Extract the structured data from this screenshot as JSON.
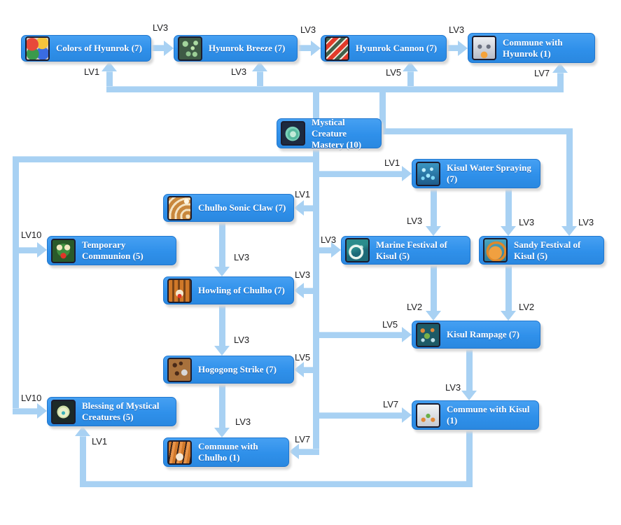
{
  "diagram": {
    "type": "skill-tree",
    "colors": {
      "node_fill": "#3194ee",
      "node_border": "#2176cd",
      "connector": "#a8d1f3",
      "node_text": "#ffffff",
      "level_text": "#1d1d1f",
      "background": "#ffffff"
    },
    "nodes": [
      {
        "id": "colors-of-hyunrok",
        "label": "Colors of Hyunrok (7)",
        "icon": "colors-of-hyunrok-icon"
      },
      {
        "id": "hyunrok-breeze",
        "label": "Hyunrok Breeze (7)",
        "icon": "hyunrok-breeze-icon"
      },
      {
        "id": "hyunrok-cannon",
        "label": "Hyunrok Cannon (7)",
        "icon": "hyunrok-cannon-icon"
      },
      {
        "id": "commune-with-hyunrok",
        "label": "Commune with Hyunrok (1)",
        "icon": "commune-with-hyunrok-icon"
      },
      {
        "id": "mystical-creature-mastery",
        "label": "Mystical Creature Mastery (10)",
        "icon": "mystical-creature-mastery-icon"
      },
      {
        "id": "kisul-water-spraying",
        "label": "Kisul Water Spraying (7)",
        "icon": "kisul-water-spraying-icon"
      },
      {
        "id": "chulho-sonic-claw",
        "label": "Chulho Sonic Claw (7)",
        "icon": "chulho-sonic-claw-icon"
      },
      {
        "id": "temporary-communion",
        "label": "Temporary Communion (5)",
        "icon": "temporary-communion-icon"
      },
      {
        "id": "marine-festival-of-kisul",
        "label": "Marine Festival of Kisul (5)",
        "icon": "marine-festival-of-kisul-icon"
      },
      {
        "id": "sandy-festival-of-kisul",
        "label": "Sandy Festival of Kisul (5)",
        "icon": "sandy-festival-of-kisul-icon"
      },
      {
        "id": "howling-of-chulho",
        "label": "Howling of Chulho (7)",
        "icon": "howling-of-chulho-icon"
      },
      {
        "id": "kisul-rampage",
        "label": "Kisul Rampage (7)",
        "icon": "kisul-rampage-icon"
      },
      {
        "id": "hogogong-strike",
        "label": "Hogogong Strike (7)",
        "icon": "hogogong-strike-icon"
      },
      {
        "id": "blessing-of-mystical-creatures",
        "label": "Blessing of Mystical Creatures (5)",
        "icon": "blessing-of-mystical-creatures-icon"
      },
      {
        "id": "commune-with-chulho",
        "label": "Commune with Chulho (1)",
        "icon": "commune-with-chulho-icon"
      },
      {
        "id": "commune-with-kisul",
        "label": "Commune with Kisul (1)",
        "icon": "commune-with-kisul-icon"
      }
    ],
    "edges": [
      {
        "from": "colors-of-hyunrok",
        "to": "hyunrok-breeze",
        "level": "LV3"
      },
      {
        "from": "hyunrok-breeze",
        "to": "hyunrok-cannon",
        "level": "LV3"
      },
      {
        "from": "hyunrok-cannon",
        "to": "commune-with-hyunrok",
        "level": "LV3"
      },
      {
        "from": "mystical-creature-mastery",
        "to": "colors-of-hyunrok",
        "level": "LV1"
      },
      {
        "from": "mystical-creature-mastery",
        "to": "hyunrok-breeze",
        "level": "LV3"
      },
      {
        "from": "mystical-creature-mastery",
        "to": "hyunrok-cannon",
        "level": "LV5"
      },
      {
        "from": "mystical-creature-mastery",
        "to": "commune-with-hyunrok",
        "level": "LV7"
      },
      {
        "from": "mystical-creature-mastery",
        "to": "kisul-water-spraying",
        "level": "LV1"
      },
      {
        "from": "mystical-creature-mastery",
        "to": "chulho-sonic-claw",
        "level": "LV1"
      },
      {
        "from": "kisul-water-spraying",
        "to": "marine-festival-of-kisul",
        "level": "LV3"
      },
      {
        "from": "kisul-water-spraying",
        "to": "sandy-festival-of-kisul",
        "level": "LV3"
      },
      {
        "from": "mystical-creature-mastery",
        "to": "sandy-festival-of-kisul",
        "level": "LV3"
      },
      {
        "from": "mystical-creature-mastery",
        "to": "marine-festival-of-kisul",
        "level": "LV3"
      },
      {
        "from": "mystical-creature-mastery",
        "to": "temporary-communion",
        "level": "LV10"
      },
      {
        "from": "chulho-sonic-claw",
        "to": "howling-of-chulho",
        "level": "LV3"
      },
      {
        "from": "mystical-creature-mastery",
        "to": "howling-of-chulho",
        "level": "LV3"
      },
      {
        "from": "marine-festival-of-kisul",
        "to": "kisul-rampage",
        "level": "LV2"
      },
      {
        "from": "sandy-festival-of-kisul",
        "to": "kisul-rampage",
        "level": "LV2"
      },
      {
        "from": "mystical-creature-mastery",
        "to": "kisul-rampage",
        "level": "LV5"
      },
      {
        "from": "howling-of-chulho",
        "to": "hogogong-strike",
        "level": "LV3"
      },
      {
        "from": "mystical-creature-mastery",
        "to": "hogogong-strike",
        "level": "LV5"
      },
      {
        "from": "kisul-rampage",
        "to": "commune-with-kisul",
        "level": "LV3"
      },
      {
        "from": "mystical-creature-mastery",
        "to": "blessing-of-mystical-creatures",
        "level": "LV10"
      },
      {
        "from": "mystical-creature-mastery",
        "to": "commune-with-kisul",
        "level": "LV7"
      },
      {
        "from": "hogogong-strike",
        "to": "commune-with-chulho",
        "level": "LV3"
      },
      {
        "from": "mystical-creature-mastery",
        "to": "commune-with-chulho",
        "level": "LV7"
      },
      {
        "from": "commune-with-kisul",
        "to": "blessing-of-mystical-creatures",
        "level": "LV1"
      }
    ]
  }
}
